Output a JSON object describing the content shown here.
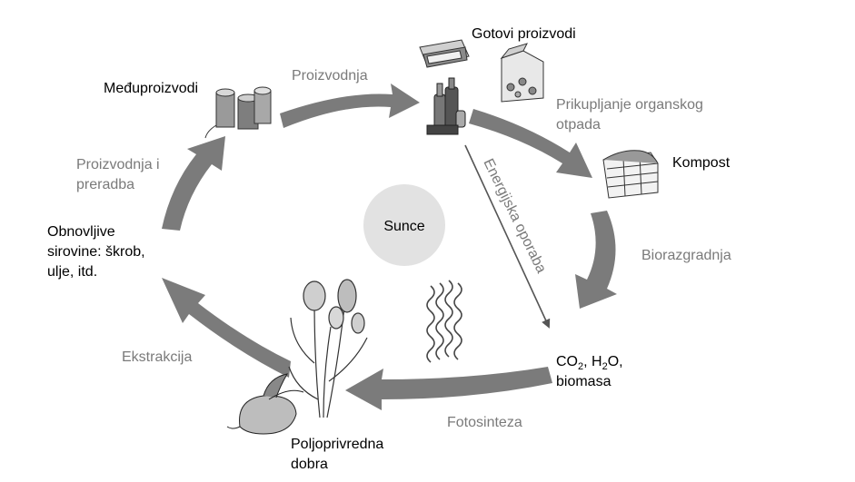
{
  "diagram": {
    "nodes": {
      "gotovi": "Gotovi proizvodi",
      "medju": "Međuproizvodi",
      "kompost": "Kompost",
      "obnovljive": [
        "Obnovljive",
        "sirovine: škrob,",
        "ulje, itd."
      ],
      "co2": {
        "p1": "CO",
        "s1": "2",
        "p2": ", H",
        "s2": "2",
        "p3": "O,",
        "line2": "biomasa"
      },
      "poljo": [
        "Poljoprivredna",
        "dobra"
      ],
      "sunce": "Sunce"
    },
    "edges": {
      "proizvodnja": "Proizvodnja",
      "prikupljanje": [
        "Prikupljanje organskog",
        "otpada"
      ],
      "biorazgradnja": "Biorazgradnja",
      "energijska": "Energijska oporaba",
      "fotosinteza": "Fotosinteza",
      "ekstrakcija": "Ekstrakcija",
      "proizvodnja_preradba": [
        "Proizvodnja i",
        "preradba"
      ]
    },
    "colors": {
      "cycle_arrow": "#7b7b7b",
      "sun_fill": "#e2e2e2",
      "edge_label": "#7a7a7a",
      "node_label": "#000000"
    }
  }
}
